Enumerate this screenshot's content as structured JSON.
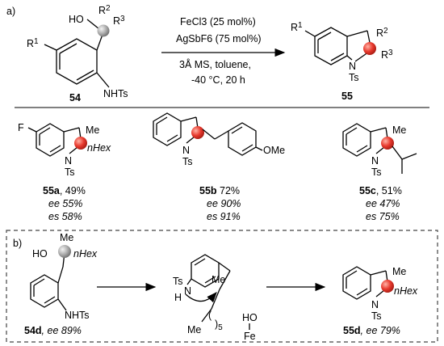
{
  "part_a": {
    "label": "a)",
    "start": {
      "id": "54",
      "groups": {
        "ho": "HO",
        "r2": "R",
        "r2_sup": "2",
        "r3": "R",
        "r3_sup": "3",
        "r1": "R",
        "r1_sup": "1",
        "nhts": "NHTs"
      }
    },
    "conditions": {
      "line1": "FeCl3 (25 mol%)",
      "line2": "AgSbF6 (75 mol%)",
      "line3": "3Å MS, toluene,",
      "line4": "-40 °C, 20 h"
    },
    "product": {
      "id": "55",
      "groups": {
        "r1": "R",
        "r1_sup": "1",
        "r2": "R",
        "r2_sup": "2",
        "r3": "R",
        "r3_sup": "3",
        "n": "N",
        "ts": "Ts"
      }
    }
  },
  "examples": [
    {
      "id": "55a",
      "yield": ", 49%",
      "ee": "ee 55%",
      "es": "es 58%",
      "groups": {
        "f": "F",
        "me": "Me",
        "nhex": "nHex",
        "n": "N",
        "ts": "Ts"
      }
    },
    {
      "id": "55b",
      "yield": " 72%",
      "ee": "ee 90%",
      "es": "es 91%",
      "groups": {
        "n": "N",
        "ts": "Ts",
        "ome": "OMe"
      }
    },
    {
      "id": "55c",
      "yield": ", 51%",
      "ee": "ee 47%",
      "es": "es 75%",
      "groups": {
        "me": "Me",
        "n": "N",
        "ts": "Ts"
      }
    }
  ],
  "part_b": {
    "label": "b)",
    "start": {
      "id": "54d",
      "caption": ",  ee 89%",
      "groups": {
        "ho": "HO",
        "me": "Me",
        "nhex": "nHex",
        "nhts": "NHTs"
      }
    },
    "intermediate": {
      "groups": {
        "ts": "Ts",
        "n": "N",
        "h": "H",
        "me": "Me",
        "five": "5",
        "me2": "Me",
        "ho": "HO",
        "fe": "Fe"
      }
    },
    "product": {
      "id": "55d",
      "caption": ", ee 79%",
      "groups": {
        "me": "Me",
        "nhex": "nHex",
        "n": "N",
        "ts": "Ts"
      }
    }
  },
  "colors": {
    "stereocenter_red": "#e83a2e",
    "stereocenter_grey": "#9a9a9a",
    "dash_box": "#444444"
  }
}
